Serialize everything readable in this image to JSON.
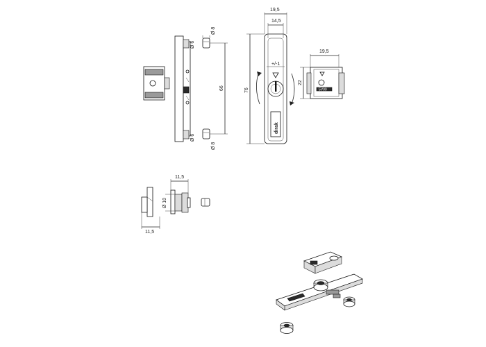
{
  "dimensions": {
    "width_top": "19,5",
    "width_inner": "14,5",
    "height_total": "76",
    "tolerance": "+/-1",
    "side_width": "19,5",
    "side_height": "22",
    "hole_spacing": "66",
    "dia8_top": "Ø 8",
    "dia6_top": "Ø 6",
    "dia6_bottom": "Ø 6",
    "dia8_bottom": "Ø 8",
    "depth_top": "11,5",
    "depth_bottom": "11,5",
    "dia10": "Ø 10"
  },
  "labels": {
    "brand_plate": "dirak",
    "key_code": "5V00"
  }
}
